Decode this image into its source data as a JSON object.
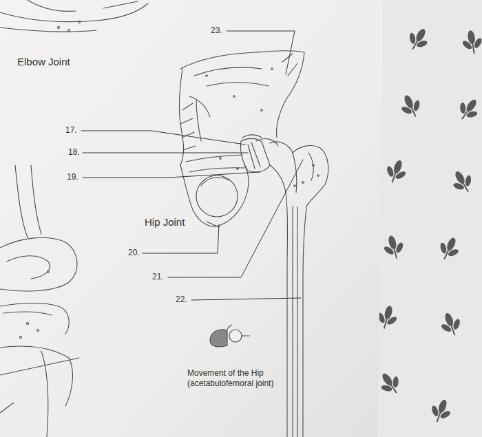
{
  "diagram": {
    "labels": [
      "Elbow Joint",
      "23.",
      "17.",
      "18.",
      "19.",
      "Hip Joint",
      "20.",
      "21.",
      "22.",
      "Movement of the Hip (acetabulofemoral joint)"
    ]
  }
}
